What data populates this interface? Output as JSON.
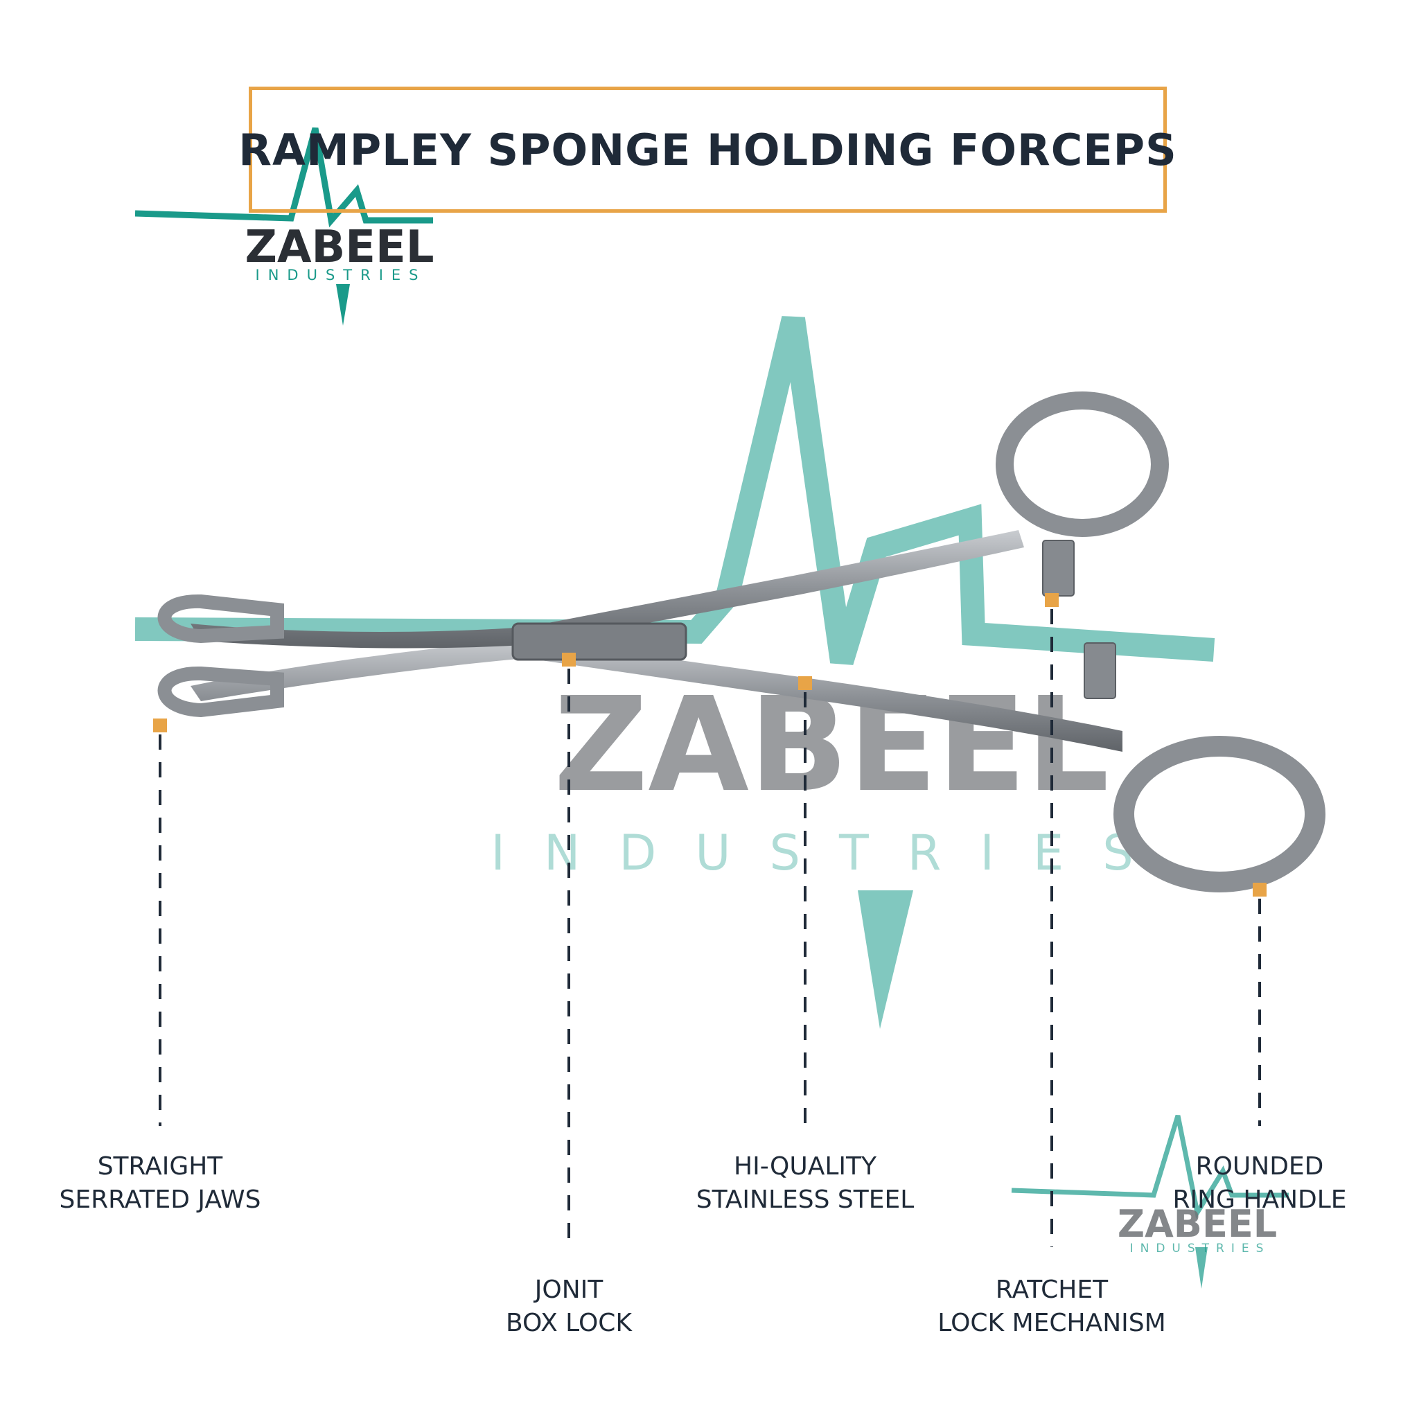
{
  "title": "RAMPLEY SPONGE HOLDING FORCEPS",
  "brand": {
    "name": "ZABEEL",
    "tagline": "INDUSTRIES"
  },
  "colors": {
    "accent": "#e8a447",
    "brand_teal": "#1a9a8a",
    "text": "#1f2a38",
    "steel": "#8b8f94"
  },
  "callouts": [
    {
      "line1": "STRAIGHT",
      "line2": "SERRATED JAWS"
    },
    {
      "line1": "JONIT",
      "line2": "BOX LOCK"
    },
    {
      "line1": "HI-QUALITY",
      "line2": "STAINLESS STEEL"
    },
    {
      "line1": "RATCHET",
      "line2": "LOCK MECHANISM"
    },
    {
      "line1": "ROUNDED",
      "line2": "RING HANDLE"
    }
  ]
}
